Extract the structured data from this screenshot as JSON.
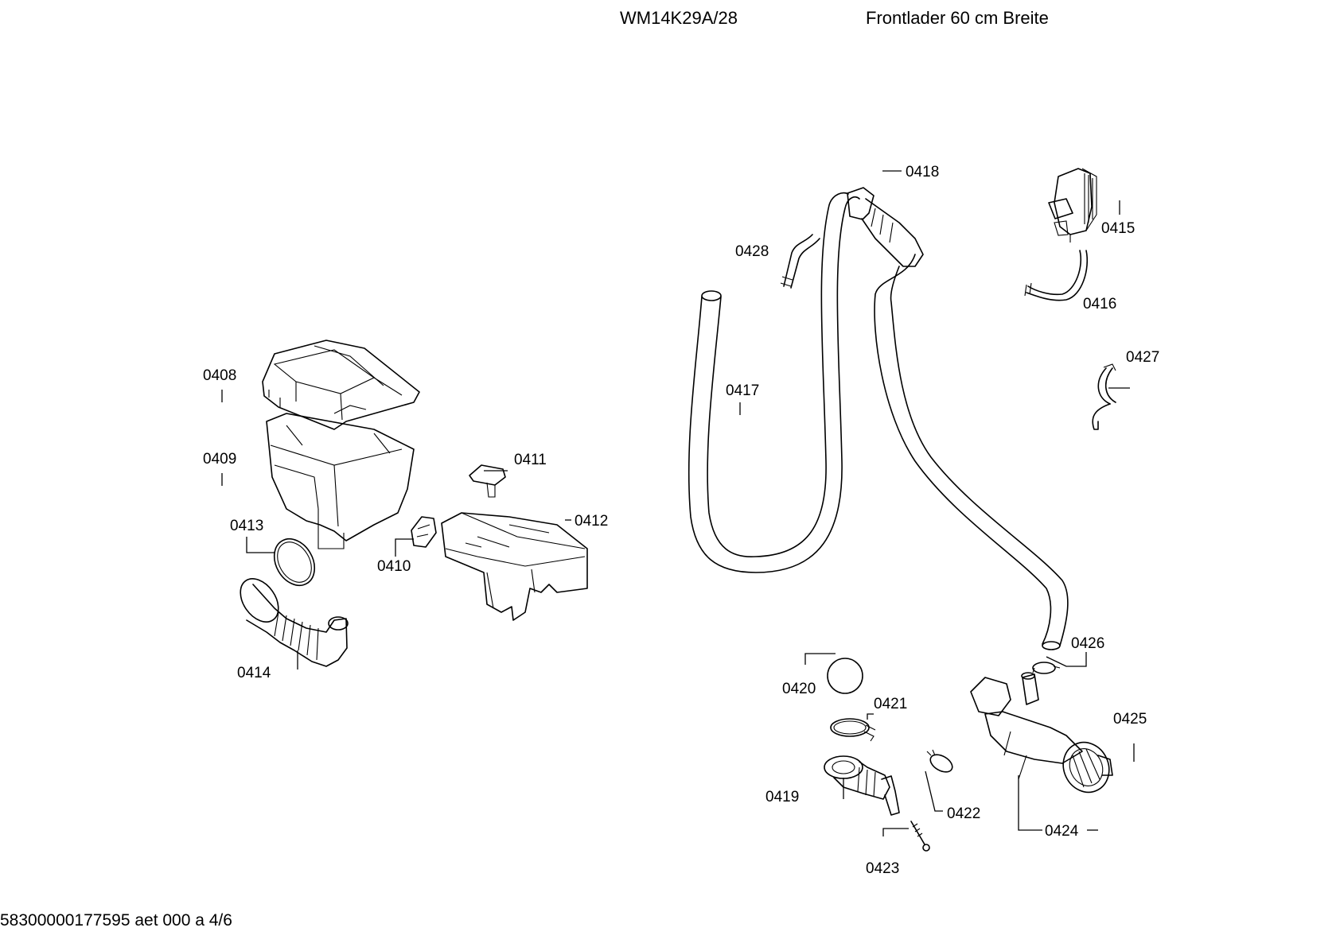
{
  "header": {
    "model": "WM14K29A/28",
    "description": "Frontlader 60 cm Breite"
  },
  "footer": {
    "doc_id": "58300000177595 aet 000 a 4/6"
  },
  "parts": {
    "p0408": "0408",
    "p0409": "0409",
    "p0410": "0410",
    "p0411": "0411",
    "p0412": "0412",
    "p0413": "0413",
    "p0414": "0414",
    "p0415": "0415",
    "p0416": "0416",
    "p0417": "0417",
    "p0418": "0418",
    "p0419": "0419",
    "p0420": "0420",
    "p0421": "0421",
    "p0422": "0422",
    "p0423": "0423",
    "p0424": "0424",
    "p0425": "0425",
    "p0426": "0426",
    "p0427": "0427",
    "p0428": "0428"
  }
}
